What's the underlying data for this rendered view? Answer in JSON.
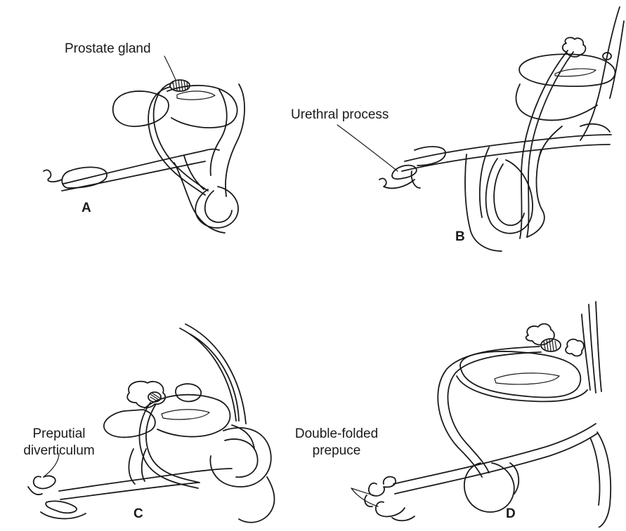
{
  "labels": {
    "prostate_gland": "Prostate gland",
    "urethral_process": "Urethral process",
    "preputial_diverticulum": [
      "Preputial",
      "diverticulum"
    ],
    "double_folded_prepuce": [
      "Double-folded",
      "prepuce"
    ]
  },
  "panels": [
    "A",
    "B",
    "C",
    "D"
  ],
  "colors": {
    "ink": "#1a1a1a",
    "background": "#ffffff"
  }
}
